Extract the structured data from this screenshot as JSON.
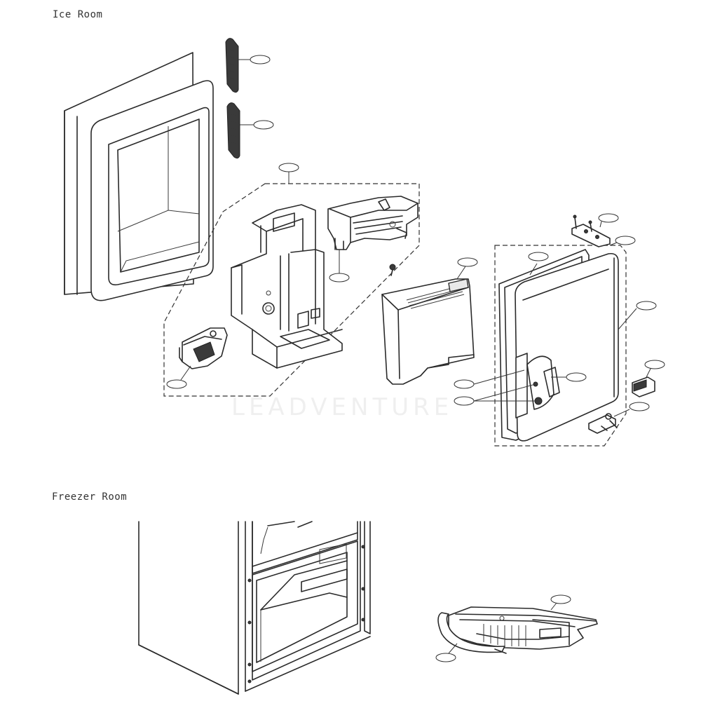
{
  "sections": {
    "ice_room": {
      "title": "Ice Room"
    },
    "freezer_room": {
      "title": "Freezer Room"
    }
  },
  "watermark": "LEADVENTURE",
  "colors": {
    "line": "#2a2a2a",
    "background": "#ffffff",
    "shade": "#e9e9e9"
  }
}
